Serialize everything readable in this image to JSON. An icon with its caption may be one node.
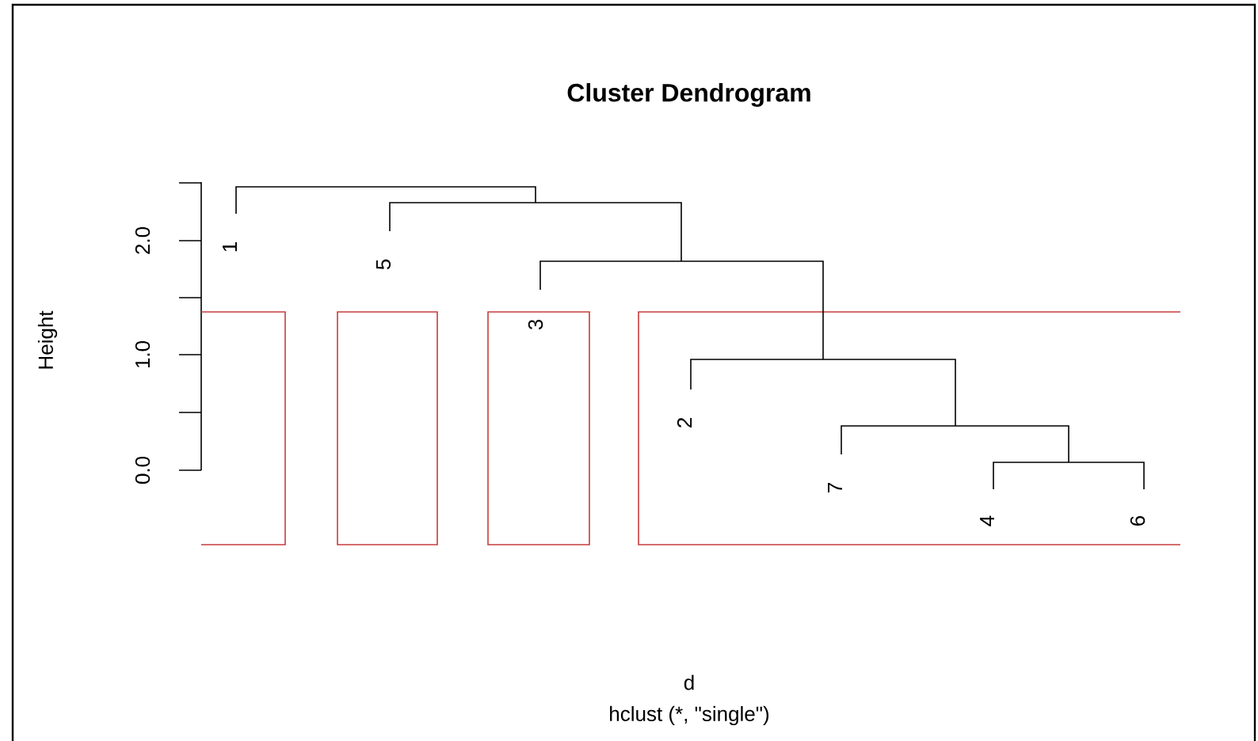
{
  "diagram": {
    "title": "Cluster Dendrogram",
    "labels": [
      "Height",
      "0.0",
      "1.0",
      "2.0",
      "1",
      "5",
      "3",
      "2",
      "7",
      "4",
      "6",
      "d",
      "hclust (*, \"single\")"
    ]
  }
}
